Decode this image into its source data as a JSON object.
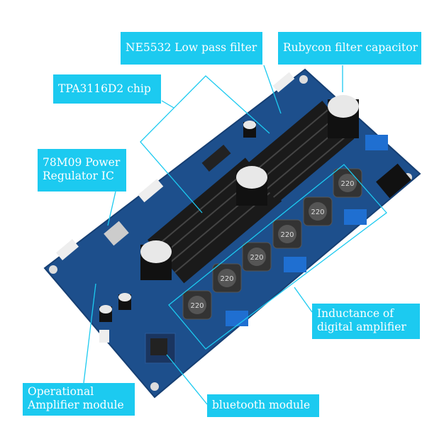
{
  "labels": {
    "ne5532": "NE5532 Low pass filter",
    "rubycon": "Rubycon filter capacitor",
    "tpa3116": "TPA3116D2 chip",
    "regulator_line1": "78M09 Power",
    "regulator_line2": "Regulator IC",
    "inductance_line1": "Inductance of",
    "inductance_line2": "digital amplifier",
    "opamp_line1": "Operational",
    "opamp_line2": "Amplifier module",
    "bluetooth": "bluetooth module"
  },
  "inductor_marking": "220",
  "colors": {
    "label_bg": "#1ccaf0",
    "label_text": "#ffffff",
    "board": "#1d4f8c",
    "heatsink": "#1a1a1a",
    "leader_line": "#1ccaf0"
  }
}
